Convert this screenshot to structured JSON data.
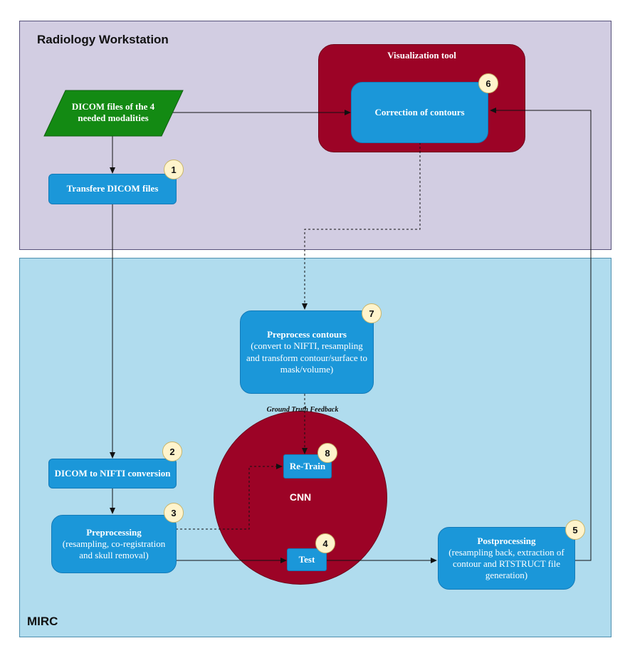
{
  "regions": {
    "workstation_title": "Radiology Workstation",
    "mirc_title": "MIRC"
  },
  "visualization_tool": {
    "label": "Visualization tool"
  },
  "nodes": {
    "dicom_input": "DICOM files of the 4 needed modalities",
    "transfer": "Transfere DICOM files",
    "correction": "Correction of contours",
    "preprocess_contours_title": "Preprocess contours",
    "preprocess_contours_detail": "(convert to NIFTI, resampling and transform contour/surface to mask/volume)",
    "dicom_to_nifti": "DICOM to NIFTI conversion",
    "preprocessing_title": "Preprocessing",
    "preprocessing_detail": "(resampling, co-registration and skull removal)",
    "retrain": "Re-Train",
    "test": "Test",
    "postprocessing_title": "Postprocessing",
    "postprocessing_detail": "(resampling back, extraction of contour and RTSTRUCT file generation)"
  },
  "cnn": {
    "label": "CNN"
  },
  "edge_labels": {
    "ground_truth": "Ground Truth Feedback"
  },
  "badges": [
    "1",
    "2",
    "3",
    "4",
    "5",
    "6",
    "7",
    "8"
  ],
  "colors": {
    "workstation_bg": "#d2cde2",
    "mirc_bg": "#b0dcee",
    "process_box": "#1b97d9",
    "input_parallelogram": "#138a13",
    "dark_red": "#9c0326",
    "badge": "#fff4cc"
  }
}
